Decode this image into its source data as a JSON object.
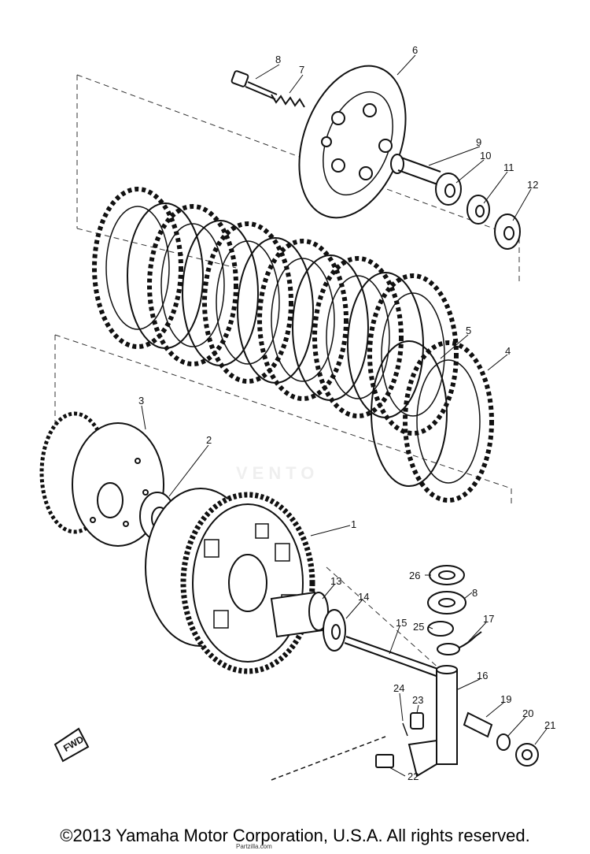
{
  "copyright": "©2013 Yamaha Motor Corporation, U.S.A. All rights reserved.",
  "watermark": "VENTO",
  "credit": "Partzilla.com",
  "fwd_label": "FWD",
  "callouts": {
    "c1": "1",
    "c2": "2",
    "c3": "3",
    "c4": "4",
    "c5": "5",
    "c6": "6",
    "c7": "7",
    "c8a": "8",
    "c8b": "8",
    "c9": "9",
    "c10": "10",
    "c11": "11",
    "c12": "12",
    "c13": "13",
    "c14": "14",
    "c15": "15",
    "c16": "16",
    "c17": "17",
    "c19": "19",
    "c20": "20",
    "c21": "21",
    "c22": "22",
    "c23": "23",
    "c24": "24",
    "c25": "25",
    "c26": "26"
  }
}
